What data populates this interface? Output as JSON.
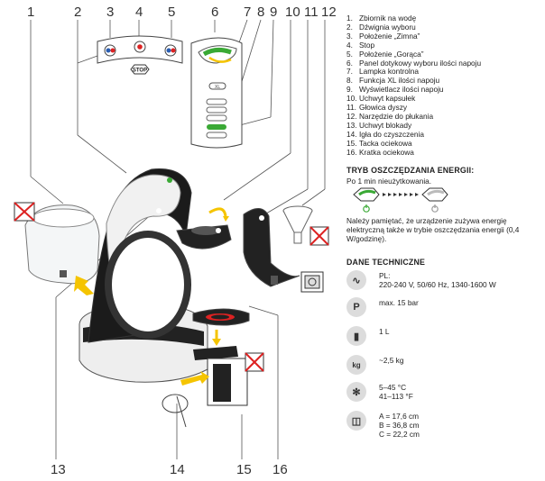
{
  "callouts": [
    "1",
    "2",
    "3",
    "4",
    "5",
    "6",
    "7",
    "8",
    "9",
    "10",
    "11",
    "12",
    "13",
    "14",
    "15",
    "16"
  ],
  "stop_label": "STOP",
  "xl_label": "XL",
  "parts": [
    {
      "n": "1.",
      "label": "Zbiornik na wodę"
    },
    {
      "n": "2.",
      "label": "Dźwignia wyboru"
    },
    {
      "n": "3.",
      "label": "Położenie „Zimna”"
    },
    {
      "n": "4.",
      "label": "Stop"
    },
    {
      "n": "5.",
      "label": "Położenie „Gorąca”"
    },
    {
      "n": "6.",
      "label": "Panel dotykowy wyboru ilości napoju"
    },
    {
      "n": "7.",
      "label": "Lampka kontrolna"
    },
    {
      "n": "8.",
      "label": "Funkcja XL ilości napoju"
    },
    {
      "n": "9.",
      "label": "Wyświetlacz ilości napoju"
    },
    {
      "n": "10.",
      "label": "Uchwyt kapsułek"
    },
    {
      "n": "11.",
      "label": "Głowica dyszy"
    },
    {
      "n": "12.",
      "label": "Narzędzie do płukania"
    },
    {
      "n": "13.",
      "label": "Uchwyt blokady"
    },
    {
      "n": "14.",
      "label": "Igła do czyszczenia"
    },
    {
      "n": "15.",
      "label": "Tacka ociekowa"
    },
    {
      "n": "16.",
      "label": "Kratka ociekowa"
    }
  ],
  "eco": {
    "title": "TRYB OSZCZĘDZANIA ENERGII:",
    "subtitle": "Po 1 min nieużytkowania.",
    "note": "Należy pamiętać, że urządzenie zużywa energię elektryczną także w trybie oszczędzania energii (0,4 W/godzinę).",
    "colors": {
      "active": "#3aa935",
      "inactive": "#9a9a9a"
    }
  },
  "specs": {
    "title": "DANE TECHNICZNE",
    "items": [
      {
        "icon": "power-supply-icon",
        "glyph": "∿",
        "lines": [
          "PL:",
          "220-240 V, 50/60 Hz, 1340-1600 W"
        ]
      },
      {
        "icon": "pressure-icon",
        "glyph": "P",
        "lines": [
          "max. 15 bar"
        ]
      },
      {
        "icon": "water-tank-icon",
        "glyph": "▮",
        "lines": [
          "1 L"
        ]
      },
      {
        "icon": "weight-icon",
        "glyph": "kg",
        "lines": [
          "~2,5 kg"
        ]
      },
      {
        "icon": "temperature-icon",
        "glyph": "✻",
        "lines": [
          "5–45 °C",
          "41–113 °F"
        ]
      },
      {
        "icon": "dimensions-icon",
        "glyph": "◫",
        "lines": [
          "A = 17,6 cm",
          "B = 36,8 cm",
          "C = 22,2 cm"
        ]
      }
    ]
  }
}
